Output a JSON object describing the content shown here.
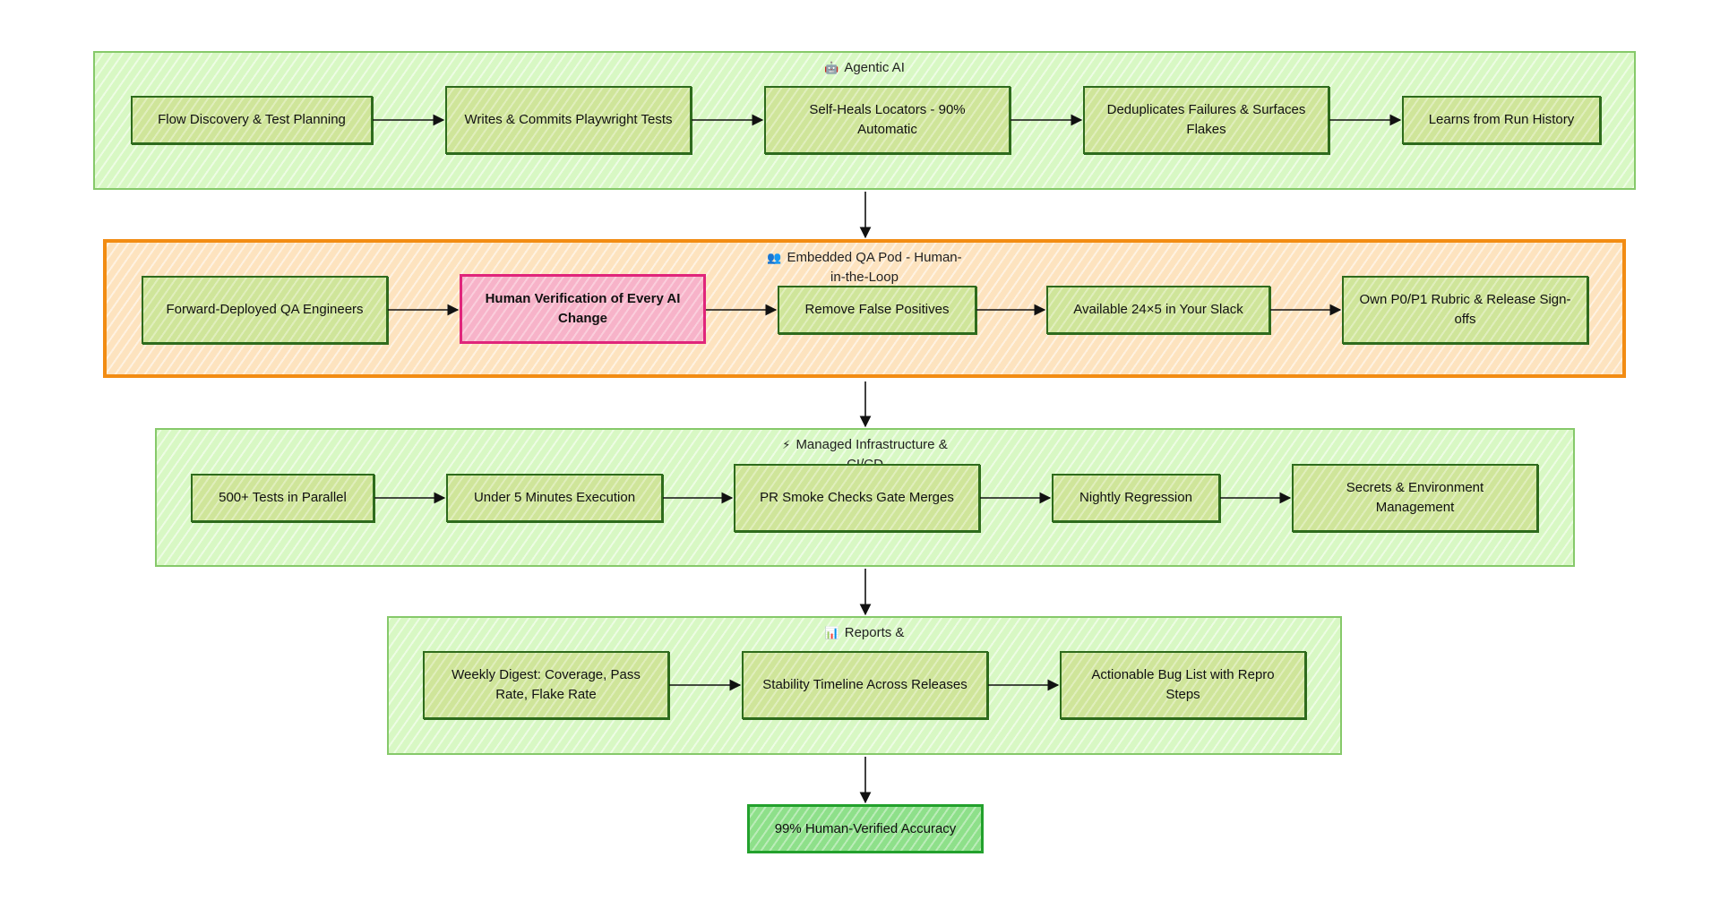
{
  "groups": {
    "agentic": {
      "icon": "robot-icon",
      "title": "Agentic AI",
      "nodes": [
        "Flow Discovery & Test Planning",
        "Writes & Commits Playwright Tests",
        "Self-Heals Locators - 90% Automatic",
        "Deduplicates Failures & Surfaces Flakes",
        "Learns from Run History"
      ]
    },
    "qa_pod": {
      "icon": "people-icon",
      "title": "Embedded QA Pod - Human-in-the-Loop",
      "nodes": [
        "Forward-Deployed QA Engineers",
        "Human Verification of Every AI Change",
        "Remove False Positives",
        "Available 24×5 in Your Slack",
        "Own P0/P1 Rubric & Release Sign-offs"
      ]
    },
    "infra": {
      "icon": "lightning-icon",
      "title": "Managed Infrastructure & CI/CD",
      "nodes": [
        "500+ Tests in Parallel",
        "Under 5 Minutes Execution",
        "PR Smoke Checks Gate Merges",
        "Nightly Regression",
        "Secrets & Environment Management"
      ]
    },
    "reports": {
      "icon": "bar-chart-icon",
      "title": "Reports &",
      "nodes": [
        "Weekly Digest: Coverage, Pass Rate, Flake Rate",
        "Stability Timeline Across Releases",
        "Actionable Bug List with Repro Steps"
      ]
    }
  },
  "final_node": "99% Human-Verified Accuracy",
  "colors": {
    "group_green_fill": "#d8f8c4",
    "group_green_border": "#86c96a",
    "group_orange_fill": "#fde3bf",
    "group_orange_border": "#f28c13",
    "node_fill": "#cfe59a",
    "node_border": "#2e6b1d",
    "highlight_fill": "#f7b3c9",
    "highlight_border": "#e0257b",
    "final_fill": "#8ee08a",
    "final_border": "#23a12d"
  }
}
